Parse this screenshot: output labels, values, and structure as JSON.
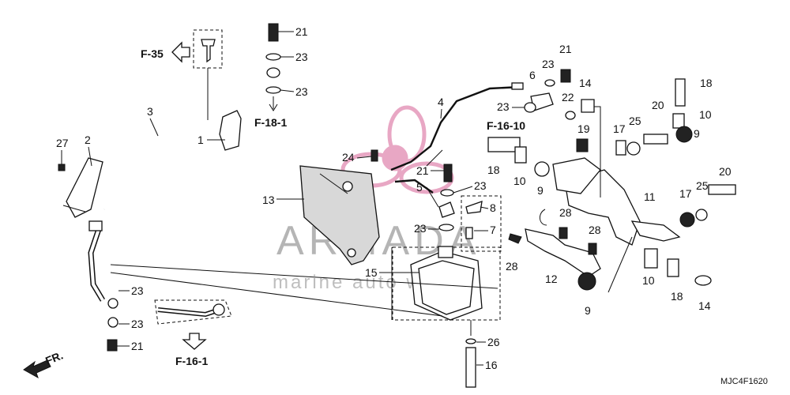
{
  "diagram": {
    "callouts": [
      "1",
      "2",
      "3",
      "4",
      "5",
      "6",
      "7",
      "8",
      "9",
      "10",
      "11",
      "12",
      "13",
      "14",
      "15",
      "16",
      "17",
      "18",
      "19",
      "20",
      "21",
      "22",
      "23",
      "24",
      "25",
      "26",
      "27",
      "28"
    ],
    "references": {
      "f35": "F-35",
      "f181": "F-18-1",
      "f1610": "F-16-10",
      "f161": "F-16-1",
      "front": "FR."
    },
    "drawing_code": "MJC4F1620",
    "watermark": {
      "brand": "ARMADA",
      "tagline": "marine auto wards"
    },
    "colors": {
      "line": "#111111",
      "watermark_logo": "#e8a7c4",
      "watermark_text": "#7a7a7a"
    }
  }
}
